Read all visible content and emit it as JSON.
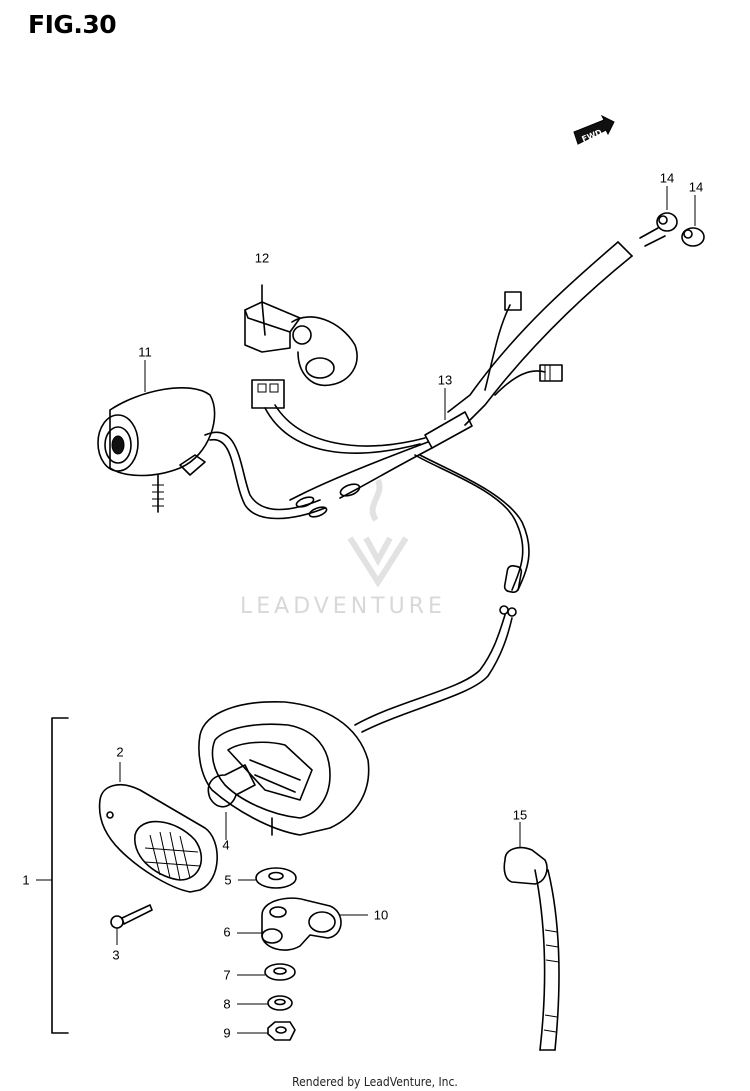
{
  "figure": {
    "title": "FIG.30",
    "fwd_label": "FWD",
    "watermark": "LEADVENTURE",
    "footer": "Rendered by LeadVenture, Inc."
  },
  "callouts": [
    {
      "id": "c1",
      "label": "1"
    },
    {
      "id": "c2",
      "label": "2"
    },
    {
      "id": "c3",
      "label": "3"
    },
    {
      "id": "c4",
      "label": "4"
    },
    {
      "id": "c5",
      "label": "5"
    },
    {
      "id": "c6",
      "label": "6"
    },
    {
      "id": "c7",
      "label": "7"
    },
    {
      "id": "c8",
      "label": "8"
    },
    {
      "id": "c9",
      "label": "9"
    },
    {
      "id": "c10",
      "label": "10"
    },
    {
      "id": "c11",
      "label": "11"
    },
    {
      "id": "c12",
      "label": "12"
    },
    {
      "id": "c13",
      "label": "13"
    },
    {
      "id": "c14a",
      "label": "14"
    },
    {
      "id": "c14b",
      "label": "14"
    },
    {
      "id": "c15",
      "label": "15"
    }
  ]
}
